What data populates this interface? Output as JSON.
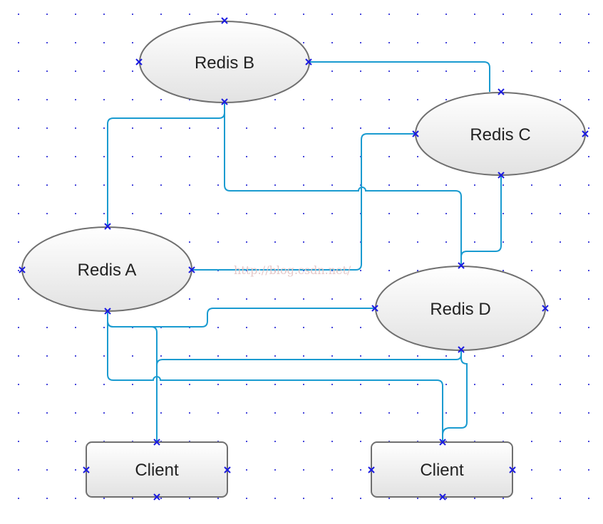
{
  "diagram": {
    "nodes": {
      "redis_b": {
        "label": "Redis B",
        "shape": "ellipse"
      },
      "redis_c": {
        "label": "Redis C",
        "shape": "ellipse"
      },
      "redis_a": {
        "label": "Redis A",
        "shape": "ellipse"
      },
      "redis_d": {
        "label": "Redis D",
        "shape": "ellipse"
      },
      "client_left": {
        "label": "Client",
        "shape": "rounded-rectangle"
      },
      "client_right": {
        "label": "Client",
        "shape": "rounded-rectangle"
      }
    },
    "edges": [
      {
        "from": "redis_b",
        "to": "redis_c"
      },
      {
        "from": "redis_b",
        "to": "redis_a"
      },
      {
        "from": "redis_b",
        "to": "redis_d"
      },
      {
        "from": "redis_a",
        "to": "redis_c"
      },
      {
        "from": "redis_c",
        "to": "redis_d"
      },
      {
        "from": "redis_a",
        "to": "redis_d"
      },
      {
        "from": "redis_a",
        "to": "client_left"
      },
      {
        "from": "redis_a",
        "to": "client_right"
      },
      {
        "from": "redis_d",
        "to": "client_left"
      },
      {
        "from": "redis_d",
        "to": "client_right"
      }
    ],
    "colors": {
      "edge": "#1a9bd0",
      "port_marker": "#1b1be0",
      "grid_dot": "#2b2bd6",
      "node_fill_top": "#ffffff",
      "node_fill_bottom": "#e2e2e2",
      "node_stroke": "#6f6f6f"
    },
    "watermark": "http://blog.csdn.net/"
  }
}
